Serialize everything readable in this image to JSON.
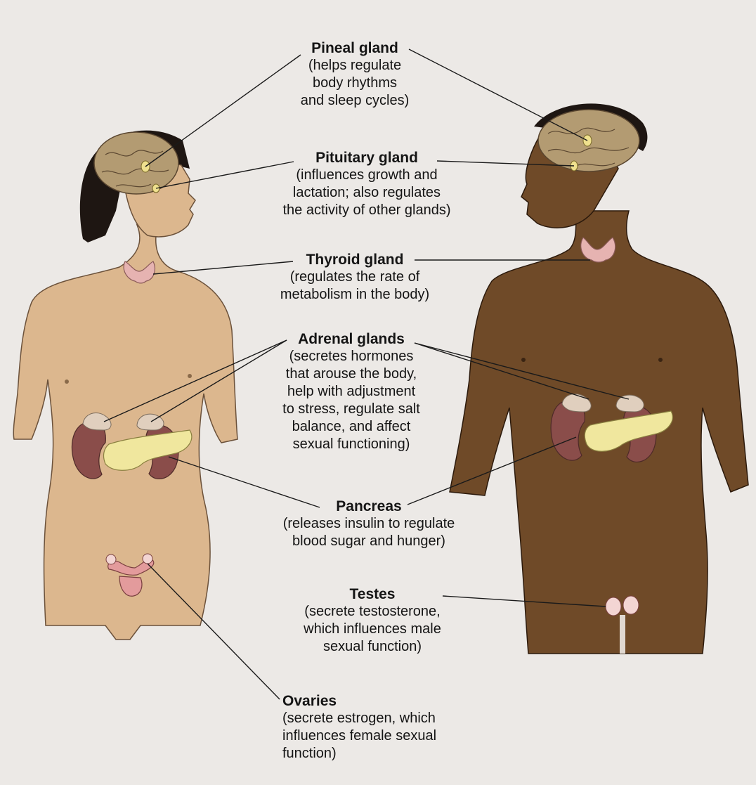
{
  "diagram": {
    "labels": {
      "pineal": {
        "name": "Pineal gland",
        "desc": "(helps regulate\nbody rhythms\nand sleep cycles)"
      },
      "pituitary": {
        "name": "Pituitary gland",
        "desc": "(influences growth and\nlactation; also regulates\nthe activity of other glands)"
      },
      "thyroid": {
        "name": "Thyroid gland",
        "desc": "(regulates the rate of\nmetabolism in the body)"
      },
      "adrenal": {
        "name": "Adrenal glands",
        "desc": "(secretes hormones\nthat arouse the body,\nhelp with adjustment\nto stress, regulate salt\nbalance, and affect\nsexual functioning)"
      },
      "pancreas": {
        "name": "Pancreas",
        "desc": "(releases insulin to regulate\nblood sugar and hunger)"
      },
      "testes": {
        "name": "Testes",
        "desc": "(secrete testosterone,\nwhich influences male\nsexual function)"
      },
      "ovaries": {
        "name": "Ovaries",
        "desc": "(secrete estrogen, which\ninfluences female sexual\nfunction)"
      }
    },
    "colors": {
      "background": "#ece9e6",
      "female_skin": "#dcb78e",
      "male_skin": "#6f4a28",
      "hair": "#1e1612",
      "brain": "#b39b72",
      "gland_yellow": "#efe08e",
      "thyroid_pink": "#e6b3b1",
      "kidney": "#8a4d4a",
      "adrenal": "#e0cfbe",
      "pancreas": "#f0e79e",
      "leader_line": "#1a1a1a"
    }
  }
}
